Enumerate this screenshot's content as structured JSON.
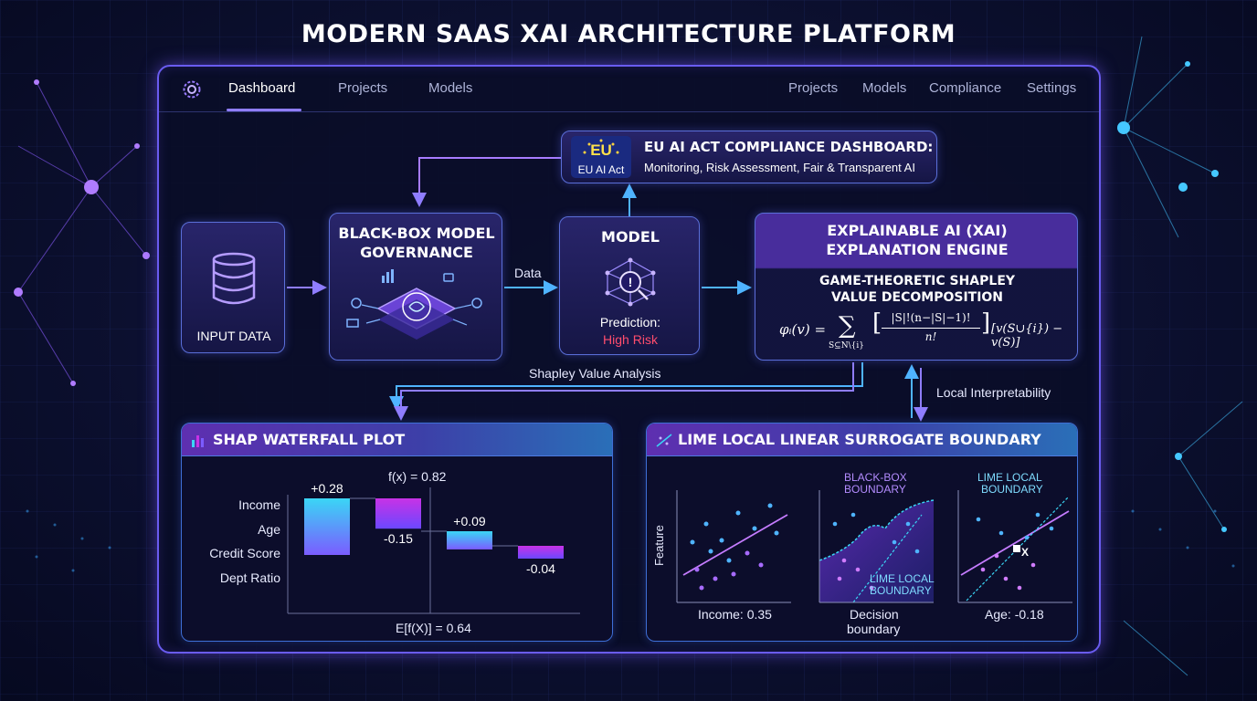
{
  "header": {
    "title": "MODERN SAAS XAI ARCHITECTURE PLATFORM"
  },
  "nav": {
    "left": [
      "Dashboard",
      "Projects",
      "Models"
    ],
    "right": [
      "Projects",
      "Models",
      "Compliance",
      "Settings"
    ],
    "active": "Dashboard"
  },
  "compliance": {
    "badge_code": "EU",
    "badge_caption": "EU AI Act",
    "title": "EU AI ACT COMPLIANCE DASHBOARD:",
    "subtitle": "Monitoring, Risk Assessment, Fair & Transparent AI"
  },
  "input_data": {
    "label": "INPUT DATA"
  },
  "governance": {
    "title_line1": "BLACK-BOX MODEL",
    "title_line2": "GOVERNANCE"
  },
  "flow": {
    "data_label": "Data",
    "shapley_label": "Shapley Value Analysis",
    "local_label": "Local Interpretability"
  },
  "model": {
    "title": "MODEL",
    "prediction_label": "Prediction:",
    "prediction_value": "High Risk",
    "risk_color": "#ff4d6d"
  },
  "xai": {
    "title_line1": "EXPLAINABLE AI (XAI)",
    "title_line2": "EXPLANATION ENGINE",
    "sub_line1": "GAME-THEORETIC SHAPLEY",
    "sub_line2": "VALUE DECOMPOSITION",
    "formula_lhs": "φᵢ(v) =",
    "formula_sigma": "∑",
    "formula_under": "S⊆N\\{i}",
    "formula_numer": "|S|!(n−|S|−1)!",
    "formula_denom": "n!",
    "formula_rhs": "[v(S∪{i}) − v(S)]"
  },
  "shap": {
    "title": "SHAP WATERFALL PLOT",
    "fx_label": "f(x) = 0.82",
    "base_label": "E[f(X)] = 0.64"
  },
  "lime": {
    "title": "LIME LOCAL LINEAR SURROGATE BOUNDARY",
    "y_label": "Feature",
    "plot1_caption": "Income: 0.35",
    "plot2_caption_line1": "Decision",
    "plot2_caption_line2": "boundary",
    "plot2_bb_line1": "BLACK-BOX",
    "plot2_bb_line2": "BOUNDARY",
    "plot2_local_line1": "LIME LOCAL",
    "plot2_local_line2": "BOUNDARY",
    "plot3_label_line1": "LIME LOCAL",
    "plot3_label_line2": "BOUNDARY",
    "plot3_point_label": "X",
    "plot3_caption": "Age: -0.18"
  },
  "chart_data": {
    "type": "bar",
    "title": "SHAP WATERFALL PLOT",
    "categories": [
      "Income",
      "Age",
      "Credit Score",
      "Dept Ratio"
    ],
    "values": [
      0.28,
      -0.15,
      0.09,
      -0.04
    ],
    "value_labels": [
      "+0.28",
      "-0.15",
      "+0.09",
      "-0.04"
    ],
    "base_value": 0.64,
    "output_value": 0.82,
    "colors": {
      "positive_top": "#3ad6f5",
      "positive_bottom": "#7b5cff",
      "negative_top": "#c832e6",
      "negative_bottom": "#6b48ff"
    }
  }
}
